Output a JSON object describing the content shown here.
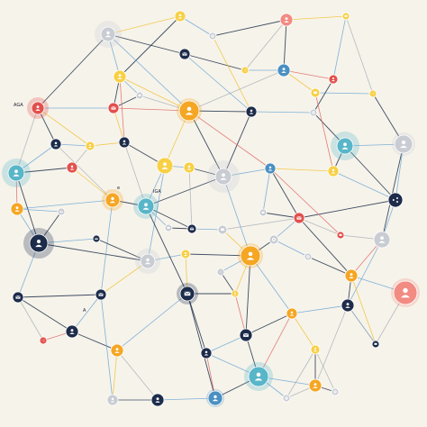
{
  "diagram": {
    "type": "network-graph",
    "background": "#f6f3ea",
    "palette": {
      "edge_dark": "#1f2f4a",
      "edge_blue": "#6aa6d6",
      "edge_yellow": "#f1c232",
      "edge_red": "#e06666",
      "edge_grey": "#9aa3ad",
      "hub_orange": "#f5a623",
      "hub_yellow": "#f7d046",
      "hub_blue": "#4a90c2",
      "hub_red": "#e2504c",
      "hub_pink": "#f28b82",
      "hub_teal": "#58b6c8",
      "hub_navy": "#1d2c4a",
      "hub_grey": "#c9cdd3"
    },
    "node_icons": [
      "person-avatar-icon",
      "chat-bubble-icon",
      "envelope-icon",
      "share-icon",
      "gear-icon"
    ],
    "labels": [
      {
        "id": "l1",
        "text": "AGA"
      },
      {
        "id": "l2",
        "text": "IGA"
      },
      {
        "id": "l3",
        "text": "e"
      },
      {
        "id": "l4",
        "text": "A"
      }
    ]
  }
}
